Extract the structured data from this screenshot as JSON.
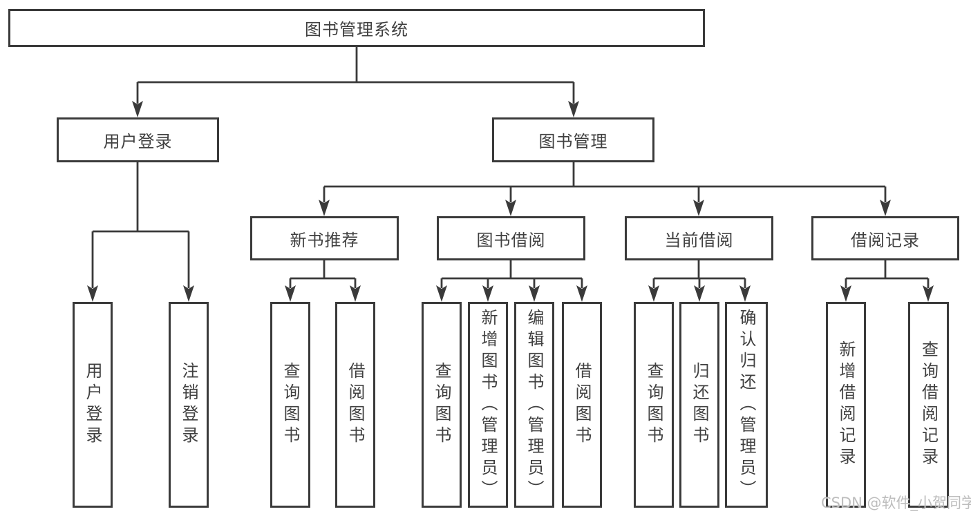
{
  "colors": {
    "line": "#3a3a3a",
    "text": "#404040",
    "background": "#ffffff",
    "watermark": "#bdbdbd"
  },
  "nodes": {
    "root": {
      "label": "图书管理系统"
    },
    "level2": [
      {
        "label": "用户登录"
      },
      {
        "label": "图书管理"
      }
    ],
    "level3": [
      {
        "label": "新书推荐"
      },
      {
        "label": "图书借阅"
      },
      {
        "label": "当前借阅"
      },
      {
        "label": "借阅记录"
      }
    ],
    "leaves": [
      {
        "label": "用户登录"
      },
      {
        "label": "注销登录"
      },
      {
        "label": "查询图书"
      },
      {
        "label": "借阅图书"
      },
      {
        "label": "查询图书"
      },
      {
        "label": "新增图书（管理员）"
      },
      {
        "label": "编辑图书（管理员）"
      },
      {
        "label": "借阅图书"
      },
      {
        "label": "查询图书"
      },
      {
        "label": "归还图书"
      },
      {
        "label": "确认归还（管理员）"
      },
      {
        "label": "新增借阅记录"
      },
      {
        "label": "查询借阅记录"
      }
    ]
  },
  "watermark": {
    "text": "CSDN @软件_小贺同学"
  }
}
